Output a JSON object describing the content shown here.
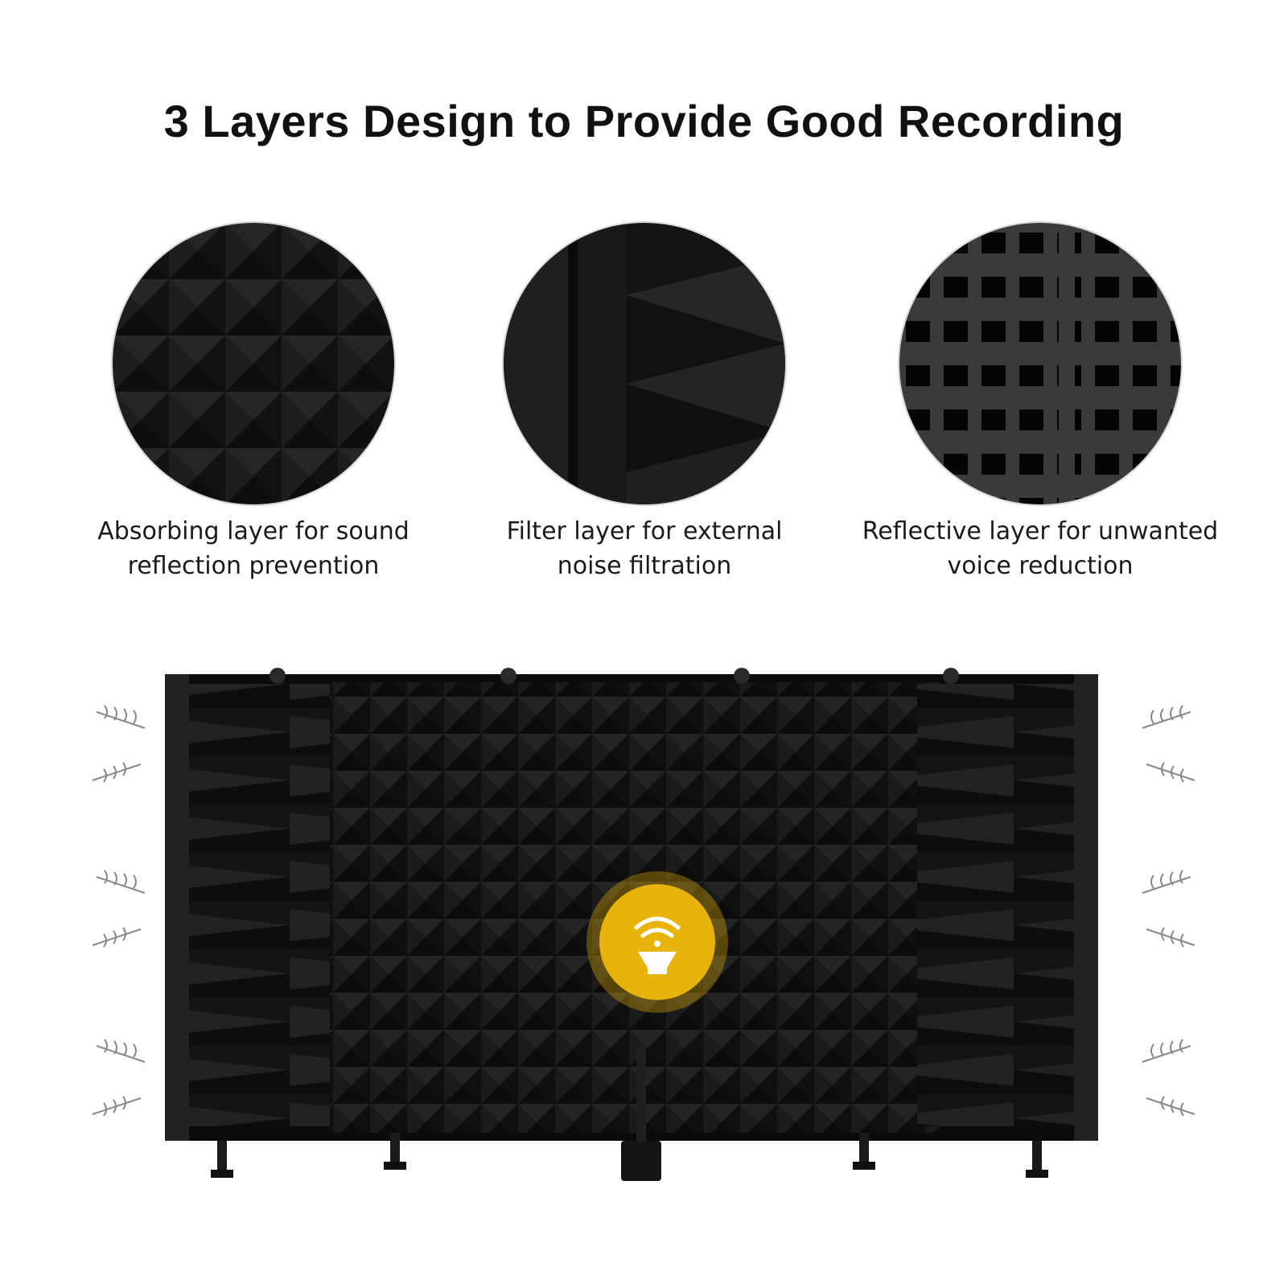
{
  "title": "3 Layers Design to Provide Good Recording",
  "layers": [
    {
      "line1": "Absorbing layer for sound",
      "line2": "reflection prevention",
      "icon": "pyramid-foam-texture"
    },
    {
      "line1": "Filter layer for external",
      "line2": "noise filtration",
      "icon": "wedge-foam-texture"
    },
    {
      "line1": "Reflective layer for unwanted",
      "line2": "voice reduction",
      "icon": "perforated-panel-texture"
    }
  ],
  "colors": {
    "accent": "#e8b30a",
    "foam": "#1c1c1c",
    "background": "#ffffff"
  },
  "product": {
    "icon": "speaker-signal-icon"
  }
}
